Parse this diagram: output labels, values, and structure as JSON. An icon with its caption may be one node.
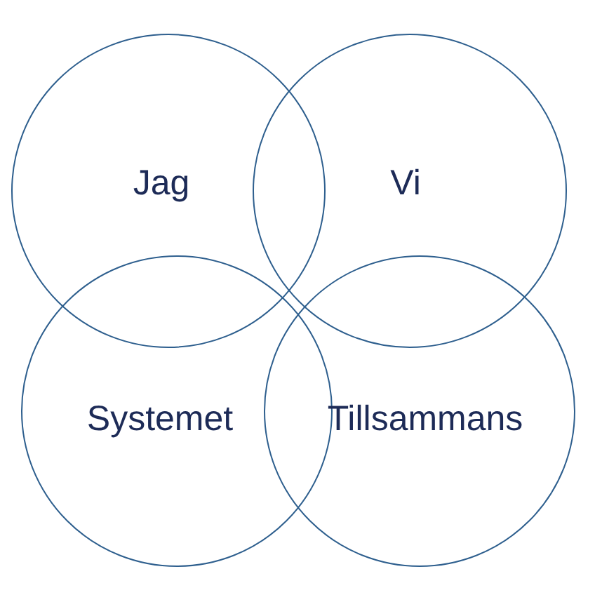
{
  "diagram": {
    "nodes": [
      {
        "text": [
          "Jag"
        ]
      },
      {
        "text": [
          "Vi"
        ]
      },
      {
        "text": [
          "Systemet"
        ]
      },
      {
        "text": [
          "Tillsammans"
        ]
      }
    ]
  }
}
